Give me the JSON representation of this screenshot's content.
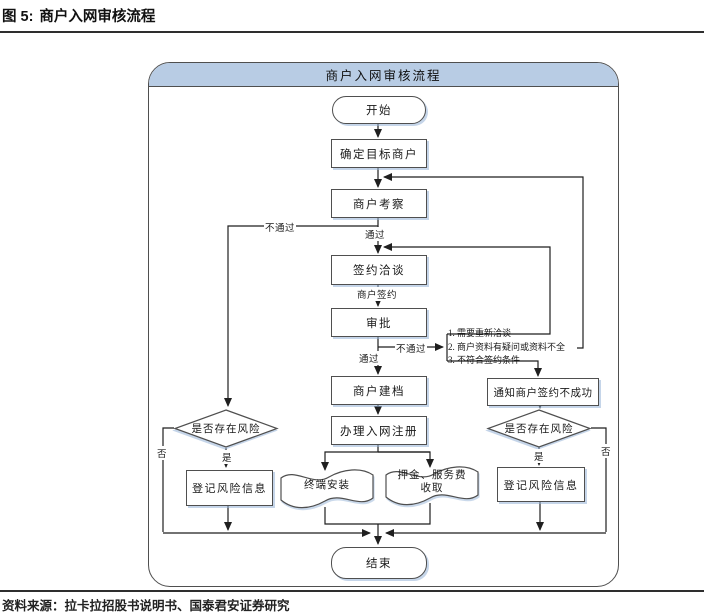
{
  "figure": {
    "caption_prefix": "图 5:",
    "caption_title": "商户入网审核流程"
  },
  "source_line": "资料来源：拉卡拉招股书说明书、国泰君安证券研究",
  "flowchart": {
    "header": "商户入网审核流程",
    "nodes": {
      "start": "开始",
      "target": "确定目标商户",
      "inspect": "商户考察",
      "negotiate": "签约洽谈",
      "approve": "审批",
      "archive": "商户建档",
      "register": "办理入网注册",
      "terminal": "终端安装",
      "deposit": "押金、服务费收取",
      "notify": "通知商户签约不成功",
      "risk_left": "是否存在风险",
      "risk_right": "是否存在风险",
      "record_left": "登记风险信息",
      "record_right": "登记风险信息",
      "end": "结束"
    },
    "edge_labels": {
      "fail_left": "不通过",
      "pass_1": "通过",
      "sign": "商户签约",
      "fail_right": "不通过",
      "pass_2": "通过",
      "yes_left": "是",
      "no_left": "否",
      "yes_right": "是",
      "no_right": "否"
    },
    "fail_reasons": {
      "r1": "1. 需要重新洽谈",
      "r2": "2. 商户资料有疑问或资料不全",
      "r3": "3. 不符合签约条件"
    },
    "colors": {
      "header_fill": "#b8cce4",
      "node_shadow": "#95b3d7",
      "line": "#1f1f1f"
    }
  }
}
